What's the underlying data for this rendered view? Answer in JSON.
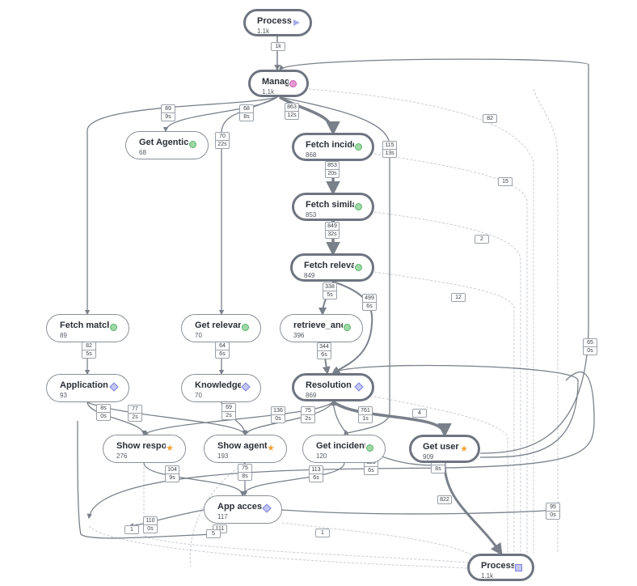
{
  "nodes": [
    {
      "id": "start",
      "title": "Process Start",
      "count": "1.1k",
      "badge": "play-icon",
      "heavy": true
    },
    {
      "id": "manager",
      "title": "Manager",
      "count": "1.1k",
      "badge": "pink-dot-icon",
      "heavy": true
    },
    {
      "id": "agentic",
      "title": "Get Agentic AI u...",
      "count": "68",
      "badge": "green-dot-icon",
      "heavy": false
    },
    {
      "id": "fetch_incident",
      "title": "Fetch incident D...",
      "count": "868",
      "badge": "green-dot-icon",
      "heavy": true
    },
    {
      "id": "fetch_similar",
      "title": "Fetch similar Inci...",
      "count": "853",
      "badge": "green-dot-icon",
      "heavy": true
    },
    {
      "id": "fetch_relevant",
      "title": "Fetch relevant kn...",
      "count": "849",
      "badge": "green-dot-icon",
      "heavy": true
    },
    {
      "id": "fetch_matching",
      "title": "Fetch matching a...",
      "count": "89",
      "badge": "green-dot-icon",
      "heavy": false
    },
    {
      "id": "get_relevant",
      "title": "Get relevant arti...",
      "count": "70",
      "badge": "green-dot-icon",
      "heavy": false
    },
    {
      "id": "retrieve",
      "title": "retrieve_and_gen...",
      "count": "396",
      "badge": "green-dot-icon",
      "heavy": false
    },
    {
      "id": "app_finder",
      "title": "Application finder",
      "count": "93",
      "badge": "diamond-icon",
      "heavy": false
    },
    {
      "id": "knowledge",
      "title": "Knowledge assist...",
      "count": "70",
      "badge": "diamond-icon",
      "heavy": false
    },
    {
      "id": "resolution",
      "title": "Resolution Plan ...",
      "count": "869",
      "badge": "diamond-icon",
      "heavy": true
    },
    {
      "id": "show_response",
      "title": "Show response t...",
      "count": "276",
      "badge": "star-icon",
      "heavy": false
    },
    {
      "id": "show_agent",
      "title": "Show agent resp...",
      "count": "193",
      "badge": "star-icon",
      "heavy": false
    },
    {
      "id": "get_incident",
      "title": "Get incident deta...",
      "count": "120",
      "badge": "green-dot-icon",
      "heavy": false
    },
    {
      "id": "user_input",
      "title": "Get user input",
      "count": "909",
      "badge": "star-icon",
      "heavy": true
    },
    {
      "id": "app_access",
      "title": "App access coor...",
      "count": "117",
      "badge": "diamond-icon",
      "heavy": false
    },
    {
      "id": "end",
      "title": "Process End",
      "count": "1.1k",
      "badge": "square-icon",
      "heavy": true
    }
  ],
  "edge_labels": [
    {
      "id": "e_start_manager",
      "lines": [
        "1k"
      ]
    },
    {
      "id": "e_mgr_matching",
      "lines": [
        "89",
        "9s"
      ]
    },
    {
      "id": "e_mgr_agentic",
      "lines": [
        "68",
        "8s"
      ]
    },
    {
      "id": "e_mgr_getrel",
      "lines": [
        "70",
        "22s"
      ]
    },
    {
      "id": "e_mgr_fetchinc",
      "lines": [
        "863",
        "12s"
      ]
    },
    {
      "id": "e_mgr_getinc",
      "lines": [
        "115",
        "13s"
      ]
    },
    {
      "id": "e_mgr_end",
      "lines": [
        "82"
      ]
    },
    {
      "id": "e_fetchinc_similar",
      "lines": [
        "853",
        "20s"
      ]
    },
    {
      "id": "e_fetchinc_end",
      "lines": [
        "15"
      ]
    },
    {
      "id": "e_similar_relevant",
      "lines": [
        "849",
        "32s"
      ]
    },
    {
      "id": "e_similar_end",
      "lines": [
        "2"
      ]
    },
    {
      "id": "e_relevant_retrieve",
      "lines": [
        "338",
        "5s"
      ]
    },
    {
      "id": "e_relevant_resolution",
      "lines": [
        "499",
        "6s"
      ]
    },
    {
      "id": "e_relevant_end",
      "lines": [
        "12"
      ]
    },
    {
      "id": "e_userinput_manager",
      "lines": [
        "65",
        "0s"
      ]
    },
    {
      "id": "e_matching_appfinder",
      "lines": [
        "82",
        "5s"
      ]
    },
    {
      "id": "e_getrel_knowledge",
      "lines": [
        "64",
        "6s"
      ]
    },
    {
      "id": "e_retrieve_resolution",
      "lines": [
        "344",
        "6s"
      ]
    },
    {
      "id": "e_appfinder_showresp",
      "lines": [
        "8s",
        "0s"
      ]
    },
    {
      "id": "e_appfinder_showagent",
      "lines": [
        "77",
        "2s"
      ]
    },
    {
      "id": "e_knowledge_showagent",
      "lines": [
        "69",
        "2s"
      ]
    },
    {
      "id": "e_res_showresp",
      "lines": [
        "136",
        "0s"
      ]
    },
    {
      "id": "e_res_showagent",
      "lines": [
        "75",
        "2s"
      ]
    },
    {
      "id": "e_res_userinput",
      "lines": [
        "761",
        "1s"
      ]
    },
    {
      "id": "e_res_end",
      "lines": [
        "4"
      ]
    },
    {
      "id": "e_showresp_appaccess",
      "lines": [
        "104",
        "9s"
      ]
    },
    {
      "id": "e_showagent_appaccess",
      "lines": [
        "75",
        "8s"
      ]
    },
    {
      "id": "e_getinc_appaccess",
      "lines": [
        "113",
        "6s"
      ]
    },
    {
      "id": "e_userinput_resolution",
      "lines": [
        "129",
        "6s"
      ]
    },
    {
      "id": "e_userinput_loop",
      "lines": [
        "63",
        "8s"
      ]
    },
    {
      "id": "e_userinput_end",
      "lines": [
        "822"
      ]
    },
    {
      "id": "e_appaccess_left",
      "lines": [
        "110",
        "0s"
      ]
    },
    {
      "id": "e_appaccess_right",
      "lines": [
        "95",
        "0s"
      ]
    },
    {
      "id": "e_left_1",
      "lines": [
        "1"
      ]
    },
    {
      "id": "e_appaccess_111",
      "lines": [
        "111"
      ]
    },
    {
      "id": "e_left_5",
      "lines": [
        "5"
      ]
    },
    {
      "id": "e_appaccess_end",
      "lines": [
        "1"
      ]
    }
  ],
  "colors": {
    "edge": "#7a808a",
    "edge_faint": "#c9ccd1",
    "node_border": "#6e7480"
  }
}
